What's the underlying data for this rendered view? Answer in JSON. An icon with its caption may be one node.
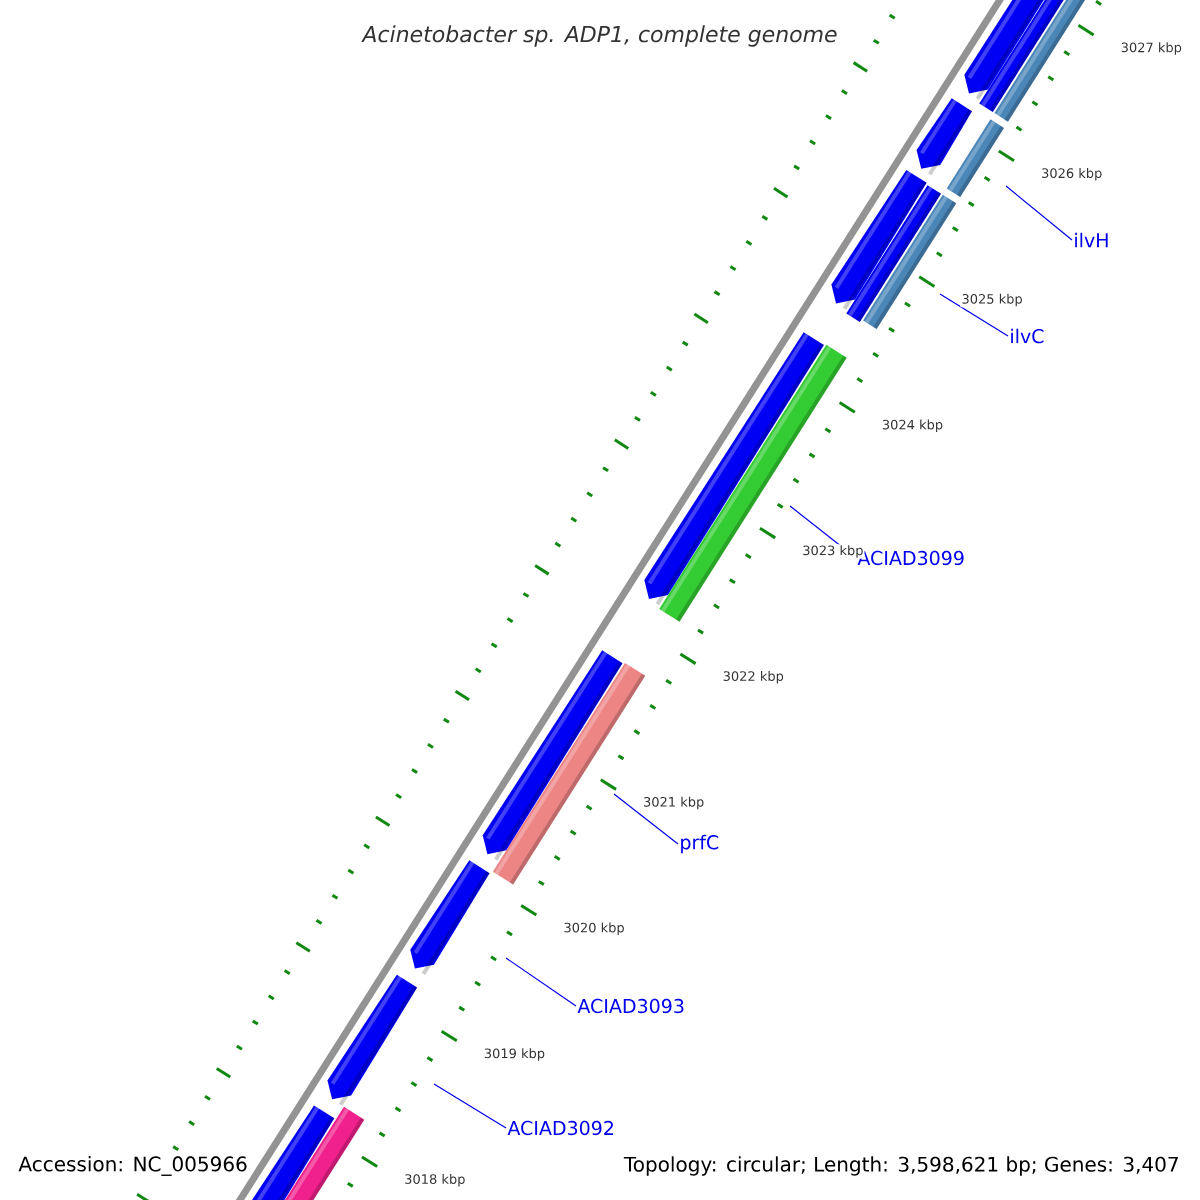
{
  "diagram": {
    "title": "Acinetobacter sp. ADP1, complete genome",
    "nodes": [
      {
        "text": [
          "ilvH"
        ]
      },
      {
        "text": [
          "ilvC"
        ]
      },
      {
        "text": [
          "ACIAD3099"
        ]
      },
      {
        "text": [
          "prfC"
        ]
      },
      {
        "text": [
          "ACIAD3093"
        ]
      },
      {
        "text": [
          "ACIAD3092"
        ]
      }
    ],
    "edges": [
      {
        "from": 0,
        "to": null,
        "arrow": "none"
      },
      {
        "from": 1,
        "to": null,
        "arrow": "none"
      },
      {
        "from": 2,
        "to": null,
        "arrow": "none"
      },
      {
        "from": 3,
        "to": null,
        "arrow": "none"
      },
      {
        "from": 4,
        "to": null,
        "arrow": "none"
      },
      {
        "from": 5,
        "to": null,
        "arrow": "none"
      }
    ],
    "labels": [
      "3027 kbp",
      "3026 kbp",
      "3025 kbp",
      "3024 kbp",
      "3023 kbp",
      "3022 kbp",
      "3021 kbp",
      "3020 kbp",
      "3019 kbp",
      "3018 kbp",
      "Accession: NC_005966",
      "Topology: circular; Length: 3,598,621 bp; Genes: 3,407"
    ]
  }
}
